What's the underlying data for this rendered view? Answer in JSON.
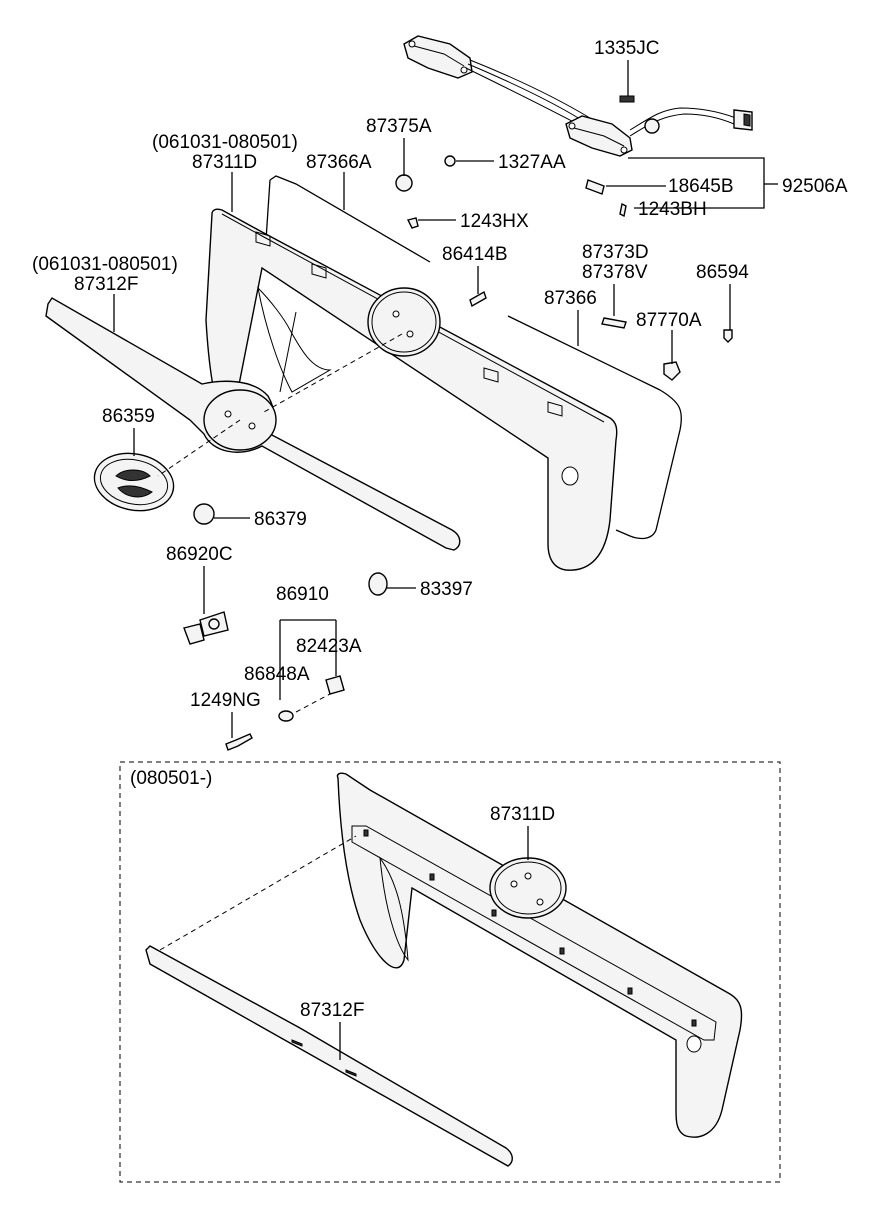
{
  "labels": {
    "l1335jc": "1335JC",
    "l87375a": "87375A",
    "l1327aa": "1327AA",
    "date1": "(061031-080501)",
    "l87311d": "87311D",
    "l87366a": "87366A",
    "l18645b": "18645B",
    "l92506a": "92506A",
    "l1243bh": "1243BH",
    "l1243hx": "1243HX",
    "l86414b": "86414B",
    "l87373d": "87373D",
    "l87378v": "87378V",
    "l86594": "86594",
    "date2": "(061031-080501)",
    "l87312f": "87312F",
    "l87366": "87366",
    "l87770a": "87770A",
    "l86359": "86359",
    "l86379": "86379",
    "l86920c": "86920C",
    "l83397": "83397",
    "l86910": "86910",
    "l82423a": "82423A",
    "l86848a": "86848A",
    "l1249ng": "1249NG",
    "inset_title": "(080501-)",
    "inset_87311d": "87311D",
    "inset_87312f": "87312F"
  }
}
